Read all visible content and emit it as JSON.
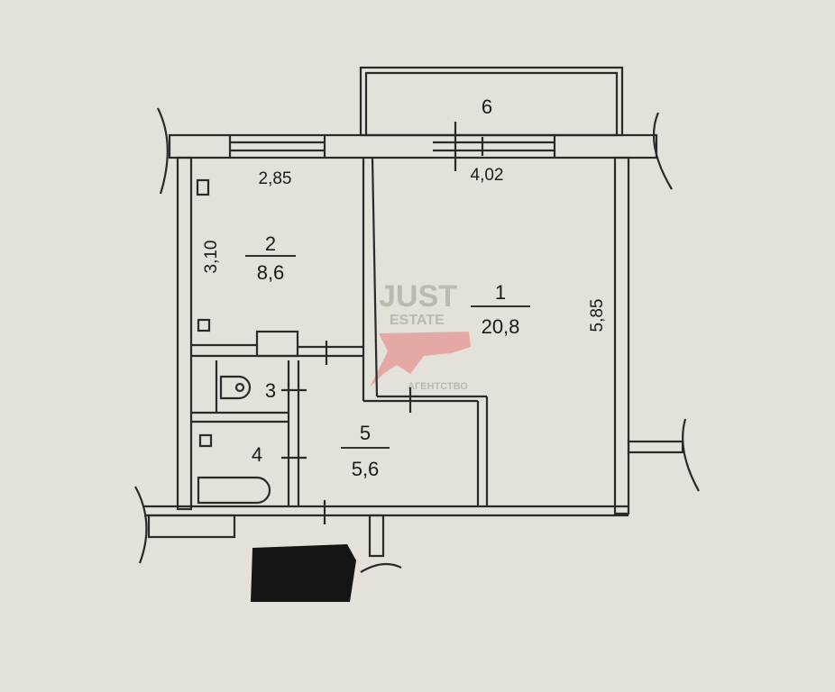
{
  "plan": {
    "rooms": [
      {
        "id": "1",
        "area": "20,8"
      },
      {
        "id": "2",
        "area": "8,6"
      },
      {
        "id": "3"
      },
      {
        "id": "4"
      },
      {
        "id": "5",
        "area": "5,6"
      },
      {
        "id": "6"
      }
    ],
    "dimensions": {
      "room2_width": "2,85",
      "room2_depth": "3,10",
      "room1_width": "4,02",
      "room1_depth": "5,85"
    }
  },
  "watermark": {
    "line1": "JUST",
    "line2": "ESTATE",
    "line3": "АГЕНТСТВО",
    "accent": "#e08a88"
  }
}
